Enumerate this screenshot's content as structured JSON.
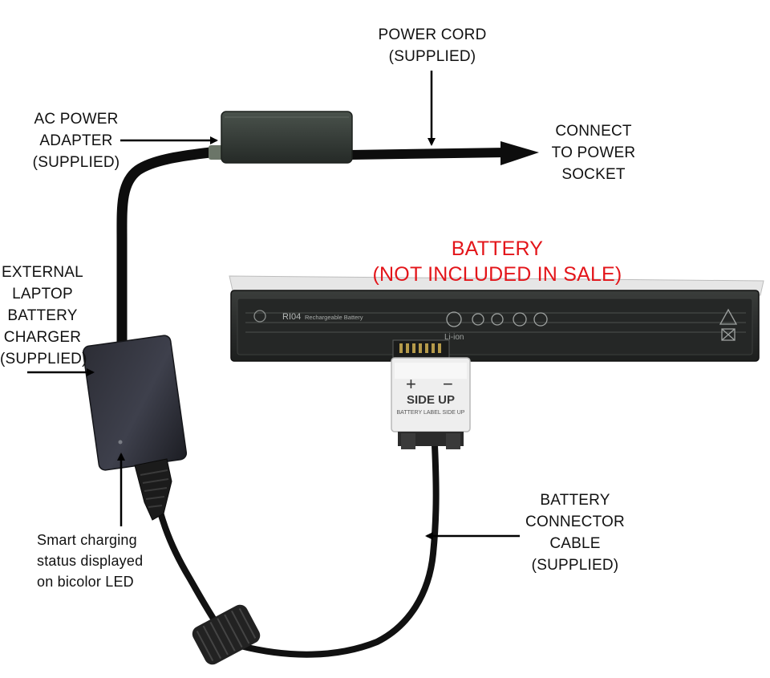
{
  "labels": {
    "power_cord": [
      "POWER CORD",
      "(SUPPLIED)"
    ],
    "ac_adapter": [
      "AC POWER",
      "ADAPTER",
      "(SUPPLIED)"
    ],
    "connect": [
      "CONNECT",
      "TO POWER",
      "SOCKET"
    ],
    "battery": [
      "BATTERY",
      "(NOT INCLUDED IN SALE)"
    ],
    "charger": [
      "EXTERNAL",
      "LAPTOP",
      "BATTERY",
      "CHARGER",
      "(SUPPLIED)"
    ],
    "led": [
      "Smart charging",
      "status displayed",
      "on bicolor LED"
    ],
    "connector_cable": [
      "BATTERY",
      "CONNECTOR",
      "CABLE",
      "(SUPPLIED)"
    ]
  },
  "battery_print": {
    "model": "RI04",
    "type": "Rechargeable Battery",
    "chem": "Li-ion"
  },
  "connector_print": {
    "plus": "+",
    "minus": "−",
    "side_up": "SIDE UP",
    "side_up_sub": "BATTERY LABEL SIDE UP"
  },
  "colors": {
    "label_red": "#e3151a",
    "device_body": "#2f3531",
    "cable": "#0d0d0d"
  }
}
